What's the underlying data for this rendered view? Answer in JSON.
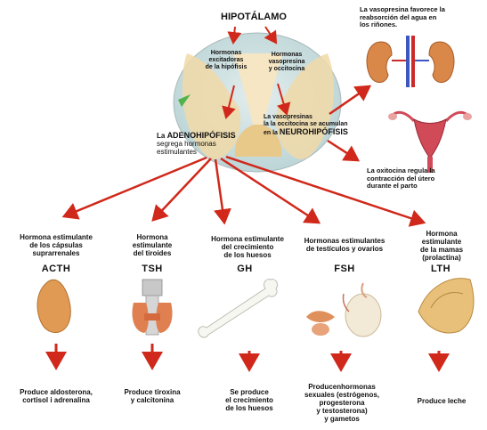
{
  "title": "HIPOTÁLAMO",
  "hypothalamus": {
    "left_note": "Hormonas\nexcitadoras\nde la hipófisis",
    "right_note": "Hormonas\nvasopresina\ny occitocina",
    "neuro_note": "La vasopresinas\nla la occitocina se acumulan\nen la ",
    "neuro_label": "NEUROHIPÓFISIS",
    "adeno_prefix": "La ",
    "adeno_label": "ADENOHIPÓFISIS",
    "adeno_note": "segrega hormonas\nestimulantes"
  },
  "neuro_effects": [
    {
      "text": "La vasopresina favorece la\nreabsorción del agua en\nlos riñones.",
      "icon": "kidneys-icon"
    },
    {
      "text": "La oxitocina regula la\ncontracción  del útero\ndurante el parto",
      "icon": "uterus-icon"
    }
  ],
  "columns": [
    {
      "key": "acth",
      "desc": "Hormona estimulante\nde los cápsulas\nsuprarrenales",
      "abbr": "ACTH",
      "effect": "Produce aldosterona,\ncortisol i adrenalina",
      "icon": "adrenal-gland-icon"
    },
    {
      "key": "tsh",
      "desc": "Hormona\nestimulante\ndel tiroides",
      "abbr": "TSH",
      "effect": "Produce tiroxina\ny calcitonina",
      "icon": "thyroid-icon"
    },
    {
      "key": "gh",
      "desc": "Hormona estimulante\ndel crecimiento\nde los huesos",
      "abbr": "GH",
      "effect": "Se produce\nel crecimiento\nde los huesos",
      "icon": "bone-icon"
    },
    {
      "key": "fsh",
      "desc": "Hormonas estimulantes\nde testículos y ovarios",
      "abbr": "FSH",
      "effect": "Producenhormonas\nsexuales (estrógenos,\nprogesterona\ny testosterona)\ny gametos",
      "icon": "gonads-icon"
    },
    {
      "key": "lth",
      "desc": "Hormona\nestimulante\nde la mamas\n(prolactina)",
      "abbr": "LTH",
      "effect": "Produce leche",
      "icon": "mammary-gland-icon"
    }
  ],
  "colors": {
    "arrow": "#d0281a",
    "bubble": "#c8dfe0",
    "tissue": "#f0d7a4",
    "kidney": "#d9884a",
    "uterus": "#d14a58"
  }
}
